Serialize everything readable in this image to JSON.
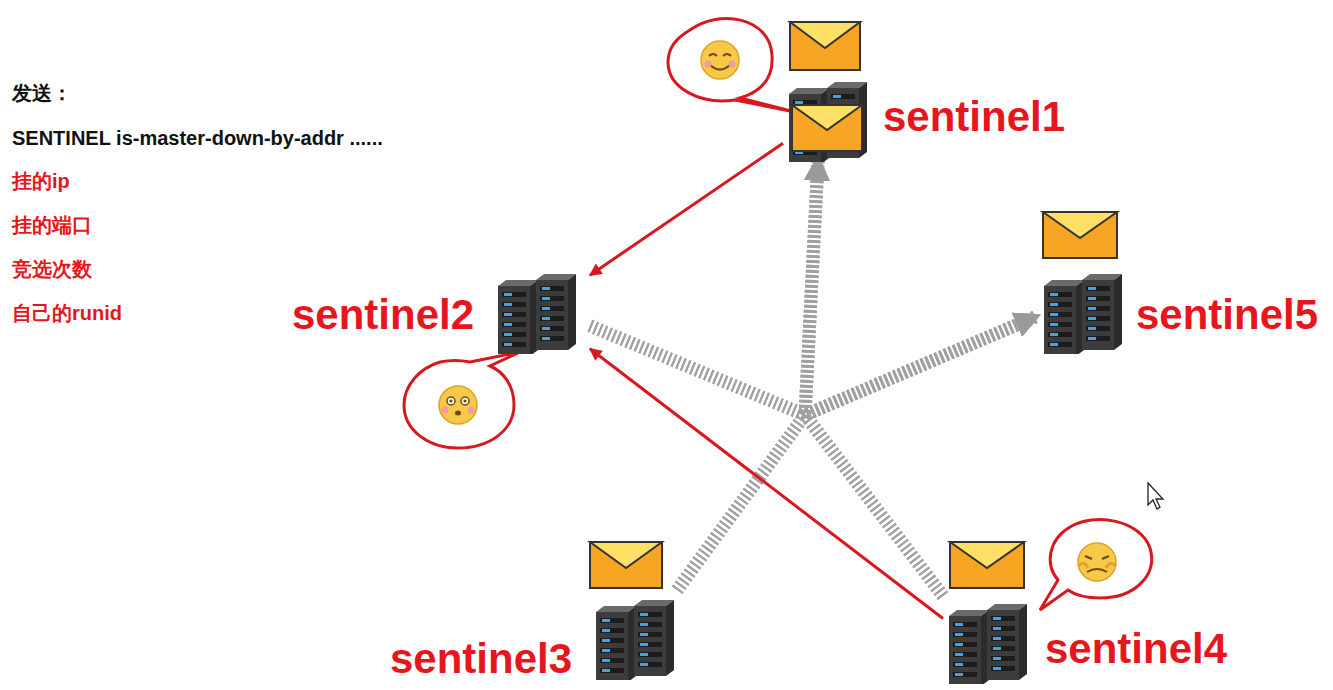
{
  "diagram": {
    "nodes": [
      {
        "text": [
          "sentinel1"
        ]
      },
      {
        "text": [
          "sentinel2"
        ]
      },
      {
        "text": [
          "sentinel5"
        ]
      },
      {
        "text": [
          "sentinel3"
        ]
      },
      {
        "text": [
          "sentinel4"
        ]
      }
    ],
    "edges": [
      {
        "from": 0,
        "to": 1,
        "arrow": "to"
      },
      {
        "from": 4,
        "to": 1,
        "arrow": "to"
      },
      {
        "from": 1,
        "to": 0,
        "arrow": "to"
      },
      {
        "from": 1,
        "to": 2,
        "arrow": "to"
      },
      {
        "from": 3,
        "to": 0,
        "arrow": "to"
      },
      {
        "from": 3,
        "to": 2,
        "arrow": "to"
      },
      {
        "from": 4,
        "to": 0,
        "arrow": "to"
      },
      {
        "from": 4,
        "to": 2,
        "arrow": "to"
      }
    ],
    "labels": [
      "发送：",
      "SENTINEL is-master-down-by-addr ......",
      "挂的ip",
      "挂的端口",
      "竞选次数",
      "自己的runid"
    ]
  }
}
